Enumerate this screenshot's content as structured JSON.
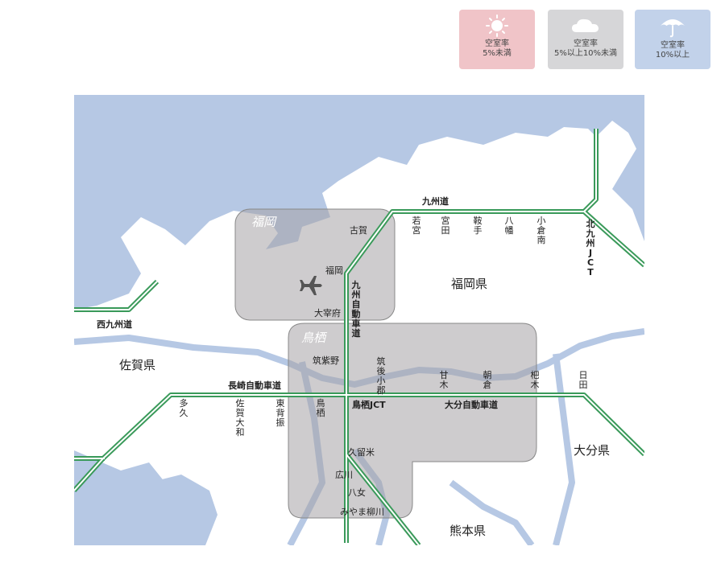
{
  "legend": [
    {
      "icon": "sun-icon",
      "line1": "空室率",
      "line2": "5%未満",
      "color": "#f0c4c8"
    },
    {
      "icon": "cloud-icon",
      "line1": "空室率",
      "line2": "5%以上10%未満",
      "color": "#d6d6d8"
    },
    {
      "icon": "umbrella-icon",
      "line1": "空室率",
      "line2": "10%以上",
      "color": "#c2d2ea"
    }
  ],
  "areas": {
    "fukuoka": "福岡",
    "tosu": "鳥栖"
  },
  "prefectures": {
    "fukuoka": "福岡県",
    "saga": "佐賀県",
    "oita": "大分県",
    "kumamoto": "熊本県"
  },
  "roads": {
    "kyushu_expressway_top": "九州道",
    "nishikyushu": "西九州道",
    "nagasaki": "長崎自動車道",
    "oita": "大分自動車道",
    "kyushu_vertical": "九州自動車道",
    "kitakyushu_jct": "北九州JCT",
    "tosu_jct": "鳥栖JCT"
  },
  "interchanges": {
    "koga": "古賀",
    "fukuoka": "福岡",
    "dazaifu": "大宰府",
    "chikushino": "筑紫野",
    "kurume": "久留米",
    "hirokawa": "広川",
    "yame": "八女",
    "miyama": "みやま柳川",
    "wakamiya": "若宮",
    "miyata": "宮田",
    "kurate": "鞍手",
    "yahata": "八幡",
    "kokuraminami": "小倉南",
    "chikugo_ogori": "筑後小郡",
    "amagi": "甘木",
    "asakura": "朝倉",
    "haki": "杷木",
    "hita": "日田",
    "taku": "多久",
    "saga_yamato": "佐賀大和",
    "higashisefuri": "東背振",
    "tosu": "鳥栖"
  },
  "icons": {
    "airport": "airplane-icon"
  },
  "colors": {
    "sea": "#b6c8e4",
    "land": "#ffffff",
    "road": "#3a9a5a",
    "area": "#a6a2a6"
  }
}
